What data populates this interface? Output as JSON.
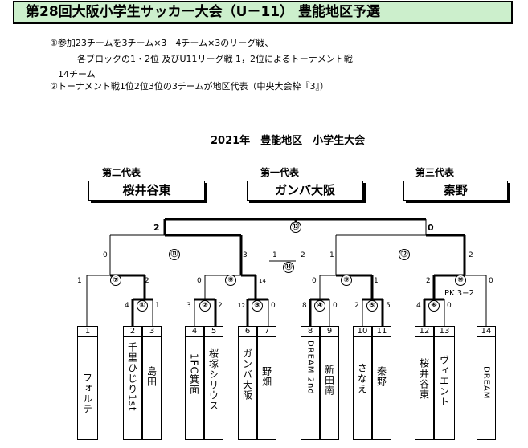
{
  "title": "第28回大阪小学生サッカー大会（U－11） 豊能地区予選",
  "notes": [
    "①参加23チームを3チーム×3　4チーム×3のリーグ戦、",
    "各ブロックの1・2位  及びU11リーグ戦  1，2位によるトーナメント戦",
    "14チーム",
    "②トーナメント戦1位2位3位の3チームが地区代表（中央大会枠『3』）"
  ],
  "heading": "2021年　豊能地区　小学生大会",
  "representatives": [
    {
      "label": "第二代表",
      "team": "桜井谷東"
    },
    {
      "label": "第一代表",
      "team": "ガンバ大阪"
    },
    {
      "label": "第三代表",
      "team": "秦野"
    }
  ],
  "matches": {
    "m1": "①",
    "m2": "②",
    "m3": "③",
    "m4": "④",
    "m5": "⑤",
    "m6": "⑥",
    "m7": "⑦",
    "m8": "⑧",
    "m9": "⑨",
    "m10": "⑩",
    "m11": "⑪",
    "m12": "⑫",
    "m13": "⑬",
    "m14": "⑭"
  },
  "scores": {
    "final_left": "2",
    "final_right": "0",
    "sf_left_a": "0",
    "sf_left_b": "3",
    "sf_right_a": "1",
    "sf_right_b": "2",
    "third_a": "1",
    "third_b": "2",
    "qf7_a": "1",
    "qf7_b": "2",
    "qf8_a": "0",
    "qf8_b": "14",
    "qf9_a": "0",
    "qf9_b": "1",
    "qf10_a": "2",
    "qf10_b": "0",
    "r1_a": "4",
    "r1_b": "1",
    "r2_a": "3",
    "r2_b": "2",
    "r3_a": "12",
    "r3_b": "0",
    "r4_a": "8",
    "r4_b": "0",
    "r5_a": "2",
    "r5_b": "5",
    "r6_a": "4",
    "r6_b": "0"
  },
  "pk_note": "PK 3−2",
  "teams": [
    {
      "no": "1",
      "name": "フォルテ"
    },
    {
      "no": "2",
      "name": "千里ひじり1st"
    },
    {
      "no": "3",
      "name": "島田"
    },
    {
      "no": "4",
      "name": "1FC箕面"
    },
    {
      "no": "5",
      "name": "桜塚シリウス"
    },
    {
      "no": "6",
      "name": "ガンバ大阪"
    },
    {
      "no": "7",
      "name": "野畑"
    },
    {
      "no": "8",
      "name": "DREAM 2nd"
    },
    {
      "no": "9",
      "name": "新田南"
    },
    {
      "no": "10",
      "name": "さなえ"
    },
    {
      "no": "11",
      "name": "秦野"
    },
    {
      "no": "12",
      "name": "桜井谷東"
    },
    {
      "no": "13",
      "name": "ヴィエント"
    },
    {
      "no": "14",
      "name": "DREAM"
    }
  ]
}
